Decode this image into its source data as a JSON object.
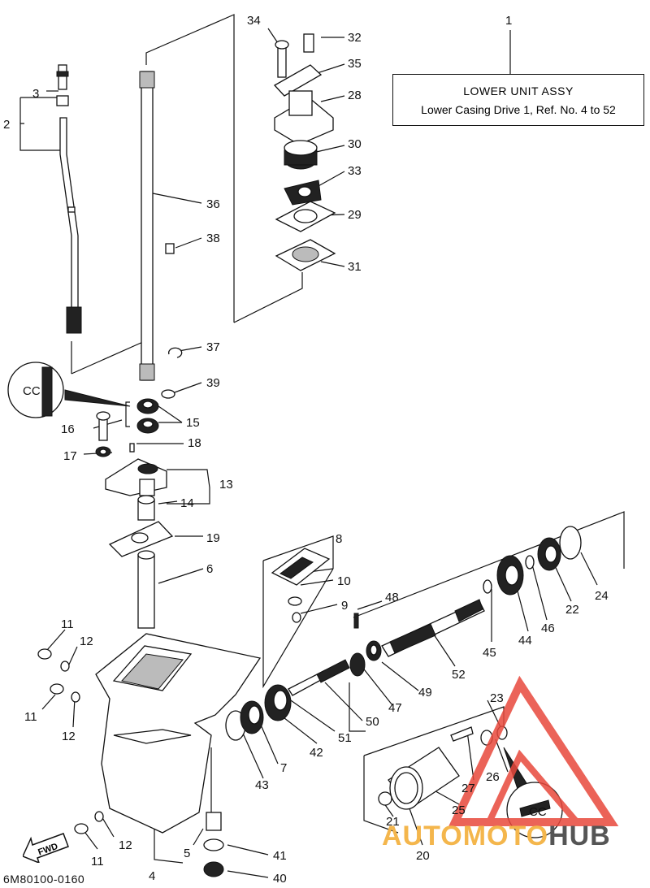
{
  "title_box": {
    "line1": "LOWER UNIT ASSY",
    "line2": "Lower Casing Drive 1,  Ref. No. 4 to 52"
  },
  "figure_code": "6M80100-0160",
  "fwd_label": "FWD",
  "cc_badge": "CC",
  "watermark": {
    "part1": "AUTOMOTO",
    "part2": "HUB",
    "colors": {
      "accent": "#e8483c",
      "gold": "#f4b64c",
      "grey": "#555555"
    }
  },
  "callouts": {
    "c1": "1",
    "c2": "2",
    "c3": "3",
    "c4": "4",
    "c5": "5",
    "c6": "6",
    "c7": "7",
    "c8": "8",
    "c9": "9",
    "c10": "10",
    "c11a": "11",
    "c11b": "11",
    "c11c": "11",
    "c12a": "12",
    "c12b": "12",
    "c12c": "12",
    "c13": "13",
    "c14": "14",
    "c15": "15",
    "c16": "16",
    "c17": "17",
    "c18": "18",
    "c19": "19",
    "c20": "20",
    "c21": "21",
    "c22": "22",
    "c23": "23",
    "c24": "24",
    "c25": "25",
    "c26": "26",
    "c27": "27",
    "c28": "28",
    "c29": "29",
    "c30": "30",
    "c31": "31",
    "c32": "32",
    "c33": "33",
    "c34": "34",
    "c35": "35",
    "c36": "36",
    "c37": "37",
    "c38": "38",
    "c39": "39",
    "c40": "40",
    "c41": "41",
    "c42": "42",
    "c43": "43",
    "c44": "44",
    "c45": "45",
    "c46": "46",
    "c47": "47",
    "c48": "48",
    "c49": "49",
    "c50": "50",
    "c51": "51",
    "c52": "52"
  }
}
